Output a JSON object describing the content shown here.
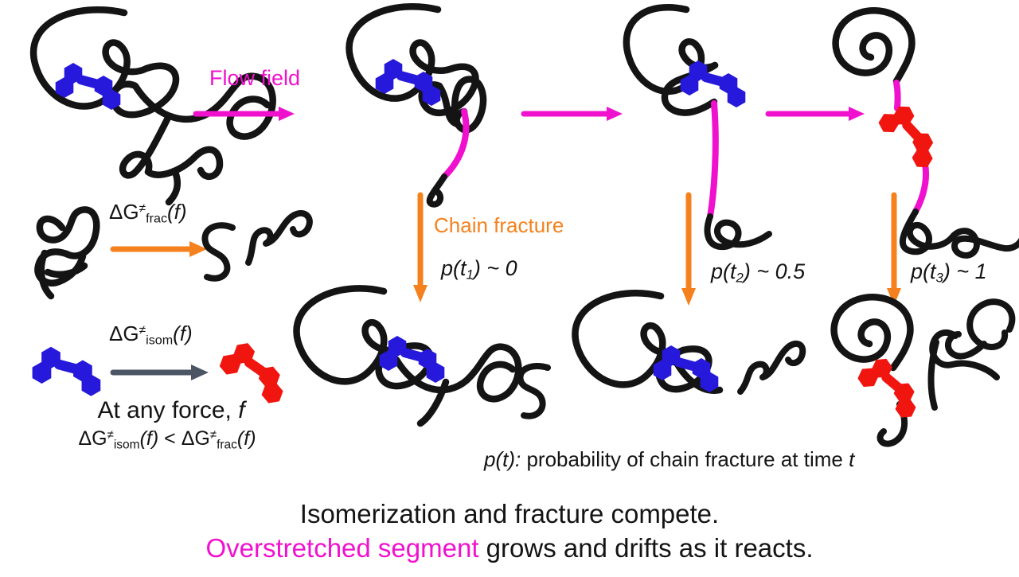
{
  "colors": {
    "ink": "#141414",
    "magenta": "#F011CE",
    "orange": "#F5811E",
    "blue": "#2619DB",
    "red": "#F11510",
    "gray": "#4C5564"
  },
  "labels": {
    "flow_field": "Flow field",
    "chain_fracture": "Chain fracture",
    "p1": {
      "pre": "p(t",
      "sub": "1",
      "post": ") ~ 0"
    },
    "p2": {
      "pre": "p(t",
      "sub": "2",
      "post": ") ~ 0.5"
    },
    "p3": {
      "pre": "p(t",
      "sub": "3",
      "post": ") ~ 1"
    },
    "dg_frac": {
      "base": "ΔG",
      "sup": "≠",
      "sub": "frac",
      "arg": "(f)"
    },
    "dg_isom": {
      "base": "ΔG",
      "sup": "≠",
      "sub": "isom",
      "arg": "(f)"
    },
    "at_any_force": {
      "pre": "At any force, ",
      "f": "f"
    },
    "inequality": {
      "lhs_base": "ΔG",
      "lhs_sup": "≠",
      "lhs_sub": "isom",
      "lhs_arg": "(f)",
      "cmp": " < ",
      "rhs_base": "ΔG",
      "rhs_sup": "≠",
      "rhs_sub": "frac",
      "rhs_arg": "(f)"
    },
    "p_def": {
      "lead": "p(t):",
      "rest": " probability of chain fracture at time ",
      "t": "t"
    },
    "caption_line1": "Isomerization and fracture compete.",
    "caption_line2_highlight": "Overstretched segment",
    "caption_line2_rest": " grows and drifts as it reacts."
  }
}
